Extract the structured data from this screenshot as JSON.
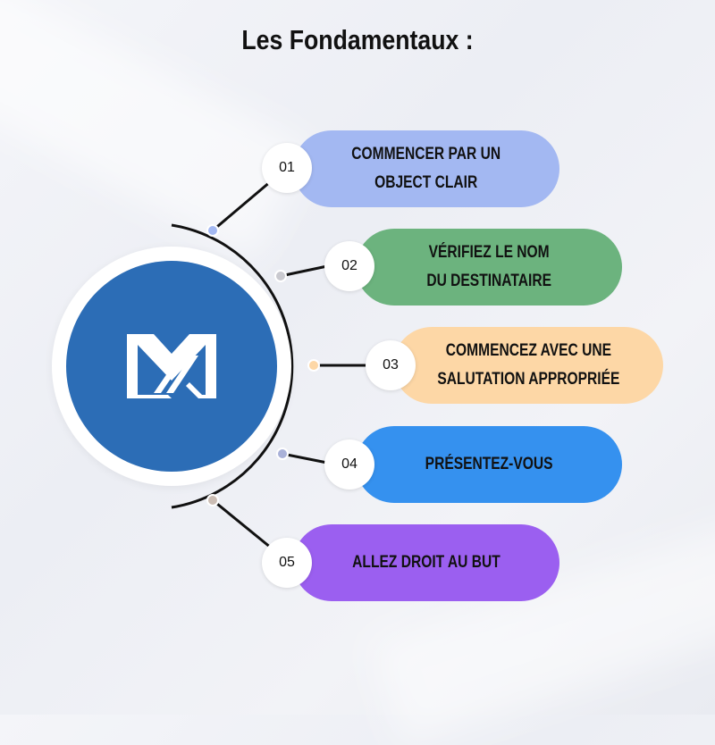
{
  "title": "Les Fondamentaux :",
  "hub": {
    "icon": "envelope-logo-icon"
  },
  "steps": [
    {
      "number": "01",
      "label": "COMMENCER PAR UN\nOBJECT CLAIR",
      "color": "#a3b8f2",
      "dot": "#a3b8f2"
    },
    {
      "number": "02",
      "label": "VÉRIFIEZ LE NOM\nDU DESTINATAIRE",
      "color": "#6cb37e",
      "dot": "#c9c9cf"
    },
    {
      "number": "03",
      "label": "COMMENCEZ AVEC UNE\nSALUTATION APPROPRIÉE",
      "color": "#fdd7a6",
      "dot": "#fdd7a6"
    },
    {
      "number": "04",
      "label": "PRÉSENTEZ-VOUS",
      "color": "#3591ef",
      "dot": "#a9b1d8"
    },
    {
      "number": "05",
      "label": "ALLEZ DROIT AU BUT",
      "color": "#9b5ff0",
      "dot": "#cbbdb4"
    }
  ]
}
